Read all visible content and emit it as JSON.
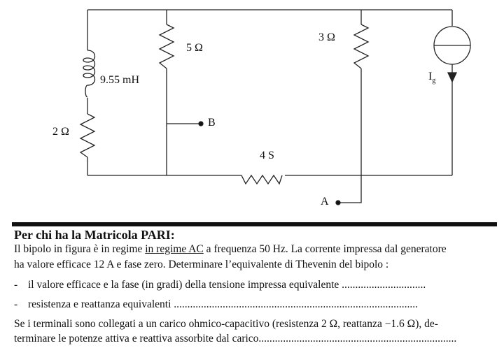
{
  "circuit": {
    "inductor_label": "9.55 mH",
    "r_left_label": "2 Ω",
    "r_5_label": "5 Ω",
    "r_3_label": "3 Ω",
    "conductance_label": "4 S",
    "source_label": "I",
    "source_subscript": "g",
    "terminal_a": "A",
    "terminal_b": "B"
  },
  "text": {
    "title": "Per chi ha la Matricola PARI:",
    "p1_a": "Il bipolo in figura è in regime ",
    "p1_u": "in regime AC",
    "p1_b": " a frequenza 50 Hz. La corrente impressa dal generatore",
    "p2": "ha valore efficace 12 A e fase zero. Determinare l’equivalente di Thevenin del bipolo :",
    "item1": "il valore efficace e la fase (in gradi) della tensione impressa equivalente ...............................",
    "item2": "resistenza e reattanza equivalenti ..........................................................................................",
    "p3": "Se i terminali sono collegati a un carico ohmico-capacitivo (resistenza 2 Ω, reattanza −1.6 Ω), de-",
    "p4": "terminare le potenze attiva e reattiva assorbite dal carico.........................................................................",
    "dash": "-"
  }
}
